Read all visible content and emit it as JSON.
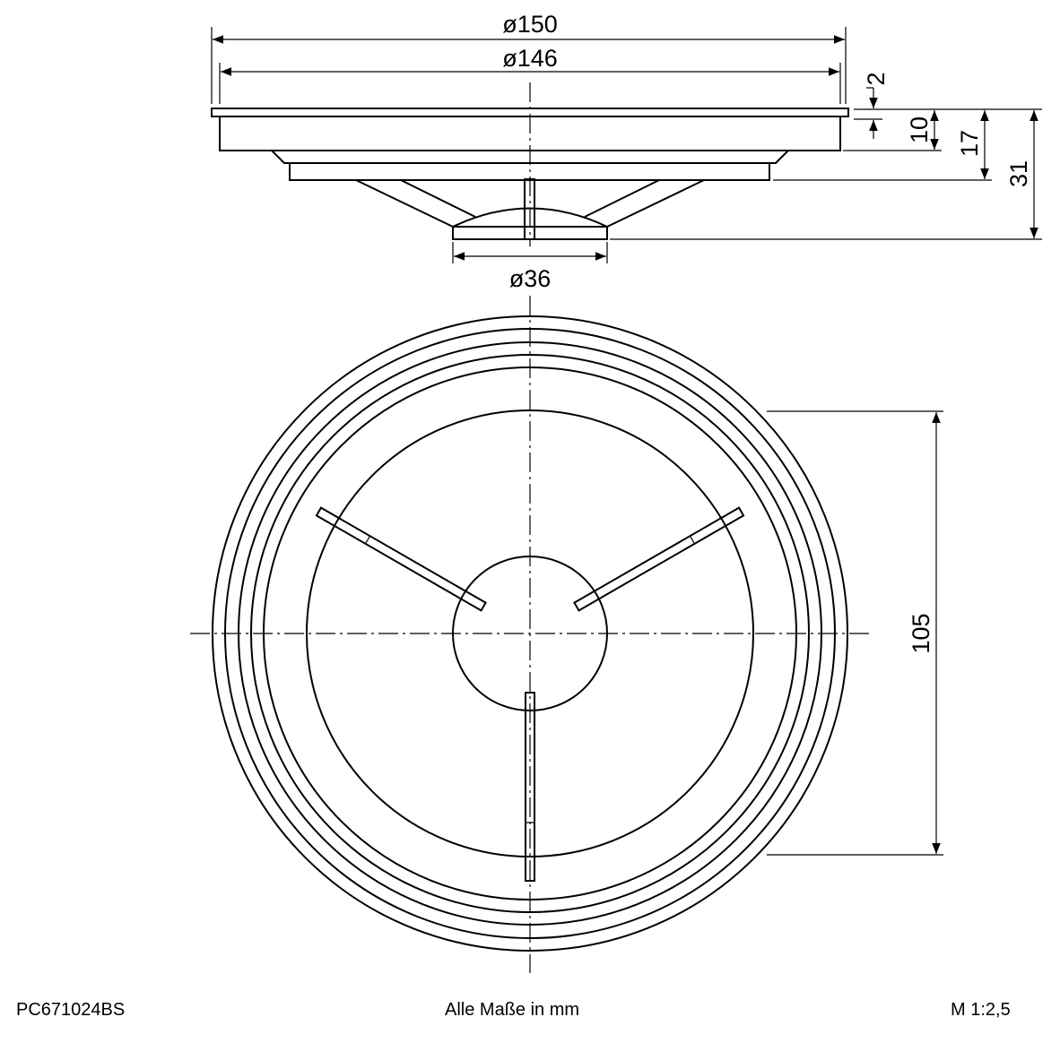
{
  "dimensions": {
    "outer_diameter": "ø150",
    "body_diameter": "ø146",
    "hub_diameter": "ø36",
    "flange_thickness": "2",
    "body_height": "10",
    "step_height": "17",
    "total_height": "31",
    "inner_dimension": "105"
  },
  "footer": {
    "part_number": "PC671024BS",
    "units_note": "Alle Maße in mm",
    "scale": "M 1:2,5"
  }
}
